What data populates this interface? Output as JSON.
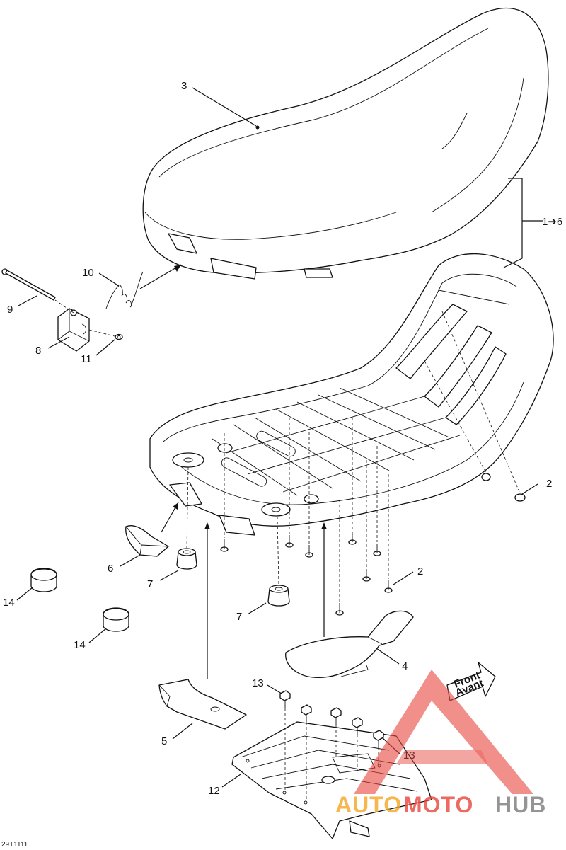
{
  "diagram": {
    "drawing_ref": "29T1111",
    "callouts": {
      "c1": "1",
      "c1_arrow": "➔",
      "c1_end": "6",
      "c2a": "2",
      "c2b": "2",
      "c3": "3",
      "c4": "4",
      "c5": "5",
      "c6": "6",
      "c7a": "7",
      "c7b": "7",
      "c8": "8",
      "c9": "9",
      "c10": "10",
      "c11": "11",
      "c12": "12",
      "c13a": "13",
      "c13b": "13",
      "c14a": "14",
      "c14b": "14"
    },
    "front_arrow": {
      "line1": "Front",
      "line2": "Avant"
    }
  },
  "watermark": {
    "part1": "AUTO",
    "part2": "MOTO",
    "part3": "HUB",
    "color_red": "#e8463c",
    "color_orange": "#f5a623",
    "color_gray": "#7a7a7a"
  }
}
